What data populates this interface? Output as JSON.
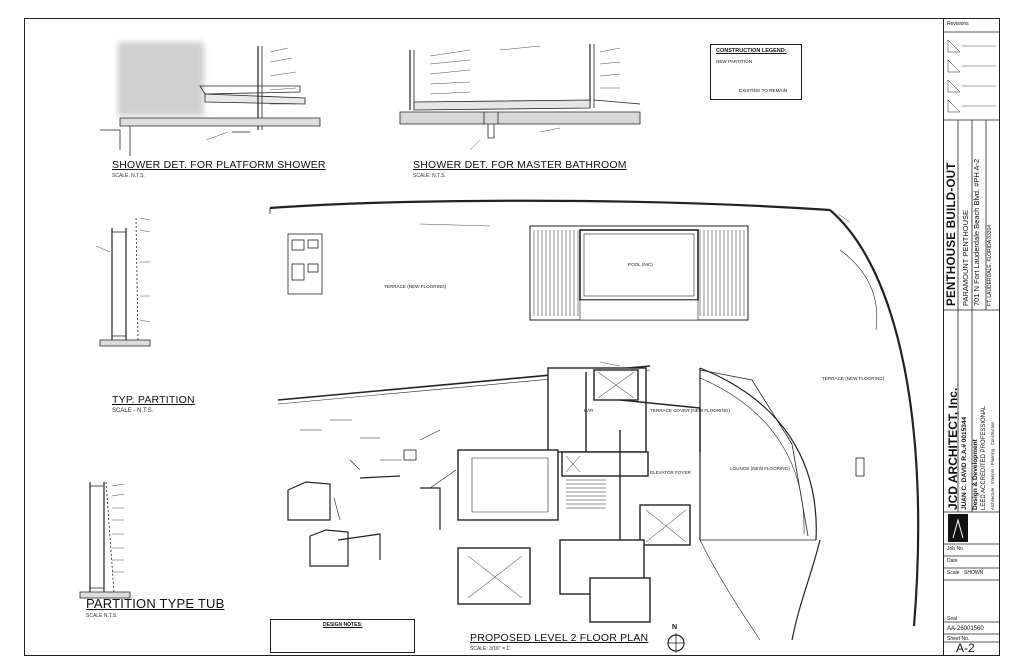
{
  "details": {
    "shower_platform": {
      "title": "SHOWER DET. FOR PLATFORM SHOWER",
      "scale": "SCALE: N.T.S."
    },
    "shower_master": {
      "title": "SHOWER DET. FOR MASTER BATHROOM",
      "scale": "SCALE: N.T.S."
    },
    "typ_partition": {
      "title": "TYP. PARTITION",
      "scale": "SCALE - N.T.S."
    },
    "partition_tub": {
      "title": "PARTITION TYPE TUB",
      "scale": "SCALE N.T.S."
    }
  },
  "legend": {
    "title": "CONSTRUCTION LEGEND:",
    "new_partition": "NEW PARTITION",
    "to_remain": "EXISTING TO REMAIN"
  },
  "plan": {
    "title": "PROPOSED LEVEL 2 FLOOR PLAN",
    "scale": "SCALE: 3/16\" = 1'",
    "north": "N",
    "rooms": {
      "terrace_main": "TERRACE (NEW FLOORING)",
      "pool": "POOL (NIC)",
      "terrace_right": "TERRACE (NEW FLOORING)",
      "terrace_cover": "TERRACE COVER (NEW FLOORING)",
      "lounge": "LOUNGE (NEW FLOORING)",
      "elevator": "ELEVATOR FOYER",
      "bar": "BAR"
    },
    "design_notes_title": "DESIGN NOTES:"
  },
  "title_block": {
    "revisions": "Revisions",
    "project_name": "PENTHOUSE BUILD-OUT",
    "project_sub": "PARAMOUNT PENTHOUSE",
    "address": "701 N Fort Lauderdale Beach Blvd. #PH A-2",
    "city": "FT. LAUDERDALE, FLORIDA 33304",
    "firm": "JCD ARCHITECT, Inc.",
    "firm_person": "JUAN C. DAVID R.A.# 0015344",
    "firm_tag": "Design & Development",
    "firm_leed": "LEED ACCREDITED PROFESSIONAL",
    "firm_services": "Architecture · Interiors · Planning · Construction",
    "job_no_label": "Job No.",
    "date_label": "Date",
    "scale_label": "Scale",
    "scale_value": "SHOWN",
    "sheet_seal_label": "Seal",
    "license": "AA-26001560",
    "sheet_no_label": "Sheet No.",
    "sheet_no": "A-2"
  }
}
